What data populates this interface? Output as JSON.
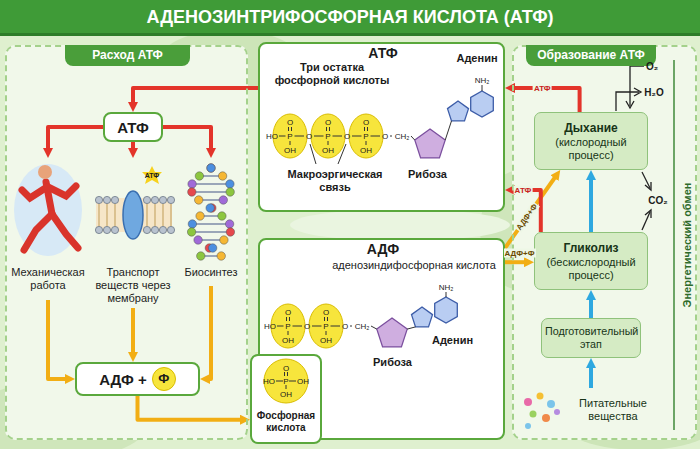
{
  "diagram": {
    "title": "АДЕНОЗИНТРИФОСФОРНАЯ КИСЛОТА (АТФ)",
    "nodes": [
      {
        "text": [
          "Расход АТФ"
        ]
      },
      {
        "text": [
          "АТФ"
        ],
        "in": 0
      },
      {
        "text": [
          "Механическая работа"
        ],
        "in": 0
      },
      {
        "text": [
          "Транспорт веществ через мембрану"
        ],
        "in": 0
      },
      {
        "text": [
          "Биосинтез"
        ],
        "in": 0
      },
      {
        "text": [
          "АДФ +",
          "Ф"
        ],
        "in": 0
      },
      {
        "text": [
          "АТФ",
          "Три остатка фосфорной кислоты",
          "Аденин",
          "Макроэргическая связь",
          "Рибоза"
        ]
      },
      {
        "text": [
          "АДФ",
          "аденозиндифосфорная кислота",
          "Аденин",
          "Рибоза"
        ]
      },
      {
        "text": [
          "Фосфорная кислота"
        ]
      },
      {
        "text": [
          "Образование АТФ"
        ]
      },
      {
        "text": [
          "Дыхание",
          "(кислородный процесс)"
        ],
        "in": 9
      },
      {
        "text": [
          "Гликолиз",
          "(бескислородный процесс)"
        ],
        "in": 9
      },
      {
        "text": [
          "Подготовительный этап"
        ],
        "in": 9
      },
      {
        "text": [
          "Питательные вещества"
        ],
        "in": 9
      }
    ],
    "edges": [
      {
        "from": 6,
        "to": 1,
        "arrow": "to"
      },
      {
        "from": 1,
        "to": 2,
        "arrow": "to"
      },
      {
        "from": 1,
        "to": 3,
        "arrow": "to"
      },
      {
        "from": 1,
        "to": 4,
        "arrow": "to"
      },
      {
        "from": 2,
        "to": 5,
        "arrow": "to"
      },
      {
        "from": 3,
        "to": 5,
        "arrow": "to"
      },
      {
        "from": 4,
        "to": 5,
        "arrow": "to"
      },
      {
        "from": 5,
        "to": 8,
        "arrow": "to"
      },
      {
        "from": 7,
        "to": 10,
        "label": "АДФ+Ф",
        "arrow": "to"
      },
      {
        "from": 7,
        "to": 11,
        "label": "АДФ+Ф",
        "arrow": "to"
      },
      {
        "from": 10,
        "to": 6,
        "label": "АТФ",
        "arrow": "to"
      },
      {
        "from": 11,
        "to": 6,
        "label": "АТФ",
        "arrow": "to"
      },
      {
        "from": 13,
        "to": 12,
        "arrow": "to"
      },
      {
        "from": 12,
        "to": 11,
        "arrow": "to"
      },
      {
        "from": 11,
        "to": 10,
        "arrow": "to"
      }
    ],
    "labels": [
      "АТФ",
      "O₂",
      "H₂O",
      "CO₂",
      "Энергетический обмен",
      "HO",
      "O",
      "P",
      "OH",
      "O",
      "O",
      "P",
      "OH",
      "O",
      "O",
      "P",
      "OH",
      "O",
      "CH₂",
      "NH₂",
      "HO",
      "O",
      "P",
      "OH",
      "O",
      "O",
      "P",
      "OH",
      "O",
      "CH₂",
      "NH₂",
      "O",
      "HO",
      "P",
      "OH",
      "OH"
    ]
  }
}
